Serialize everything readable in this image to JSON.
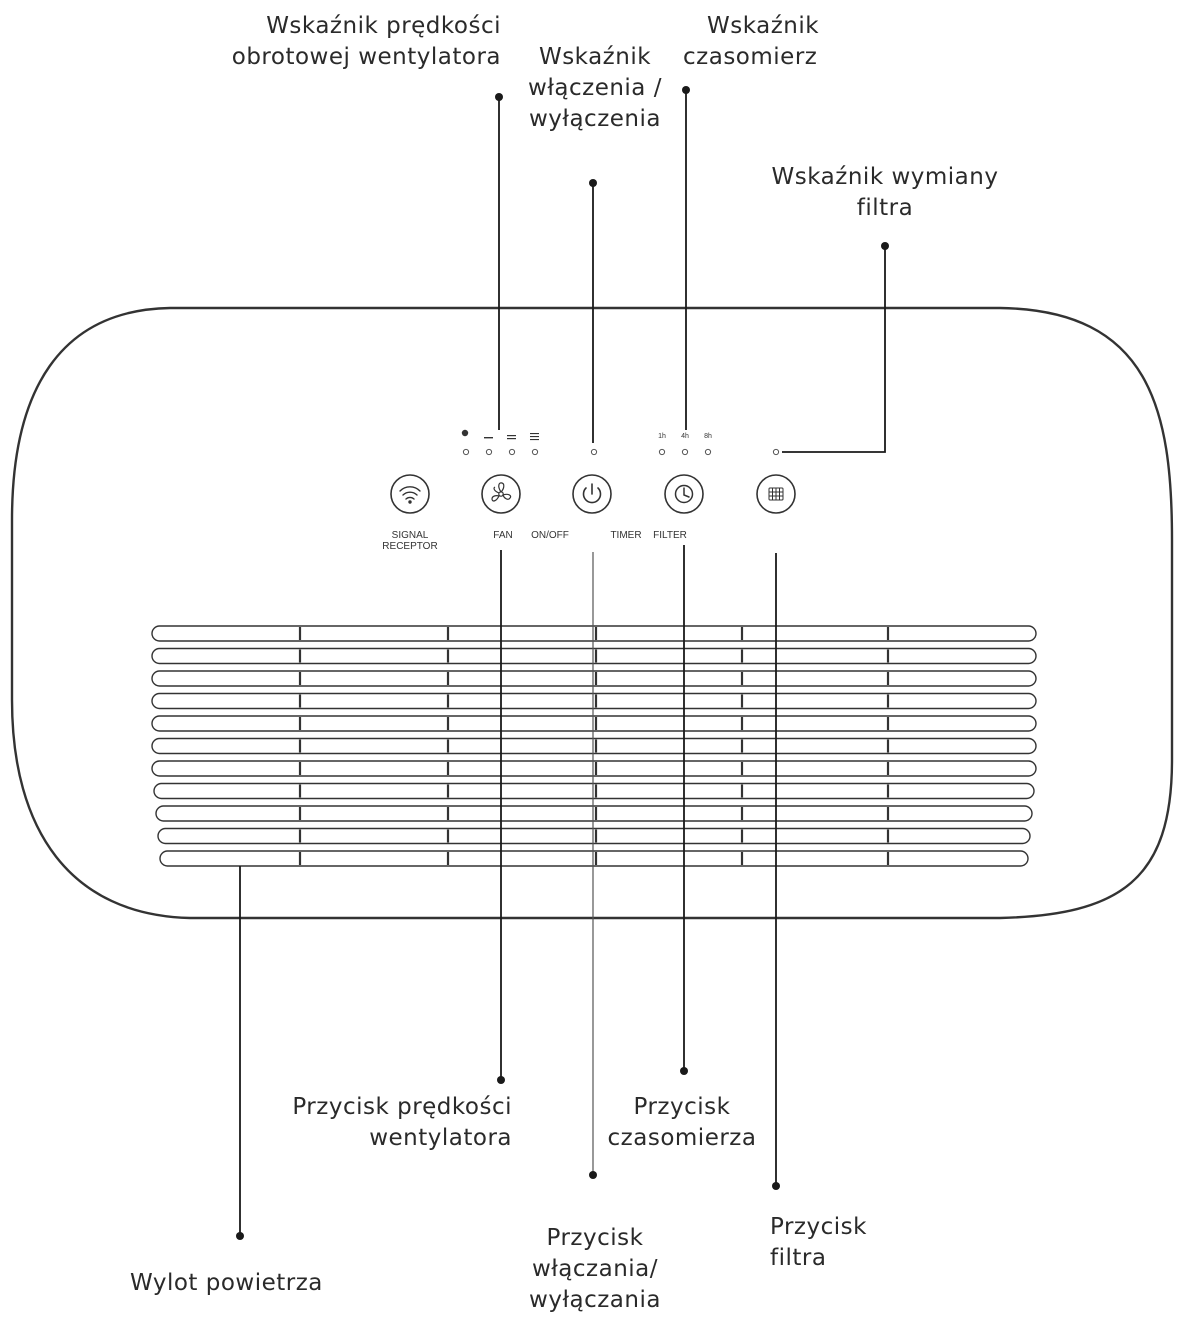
{
  "callouts": {
    "fan_speed_indicator": {
      "lines": [
        "Wskaźnik prędkości",
        "obrotowej wentylatora"
      ]
    },
    "power_indicator": {
      "lines": [
        "Wskaźnik",
        "włączenia /",
        "wyłączenia"
      ]
    },
    "timer_indicator": {
      "lines": [
        "Wskaźnik",
        "czasomierz"
      ]
    },
    "filter_indicator": {
      "lines": [
        "Wskaźnik wymiany",
        "filtra"
      ]
    },
    "fan_speed_button": {
      "lines": [
        "Przycisk prędkości",
        "wentylatora"
      ]
    },
    "timer_button": {
      "lines": [
        "Przycisk",
        "czasomierza"
      ]
    },
    "power_button": {
      "lines": [
        "Przycisk",
        "włączania/",
        "wyłączania"
      ]
    },
    "filter_button": {
      "lines": [
        "Przycisk",
        "filtra"
      ]
    },
    "air_outlet": {
      "lines": [
        "Wylot powietrza"
      ]
    }
  },
  "panel": {
    "signal_receptor_label": [
      "SIGNAL",
      "RECEPTOR"
    ],
    "fan_label": "FAN",
    "onoff_label": "ON/OFF",
    "timer_label": "TIMER",
    "filter_label": "FILTER",
    "timer_led_labels": [
      "1h",
      "4h",
      "8h"
    ]
  },
  "colors": {
    "outline": "#333333",
    "leader": "#1a1a1a",
    "text": "#2a2a2a"
  }
}
